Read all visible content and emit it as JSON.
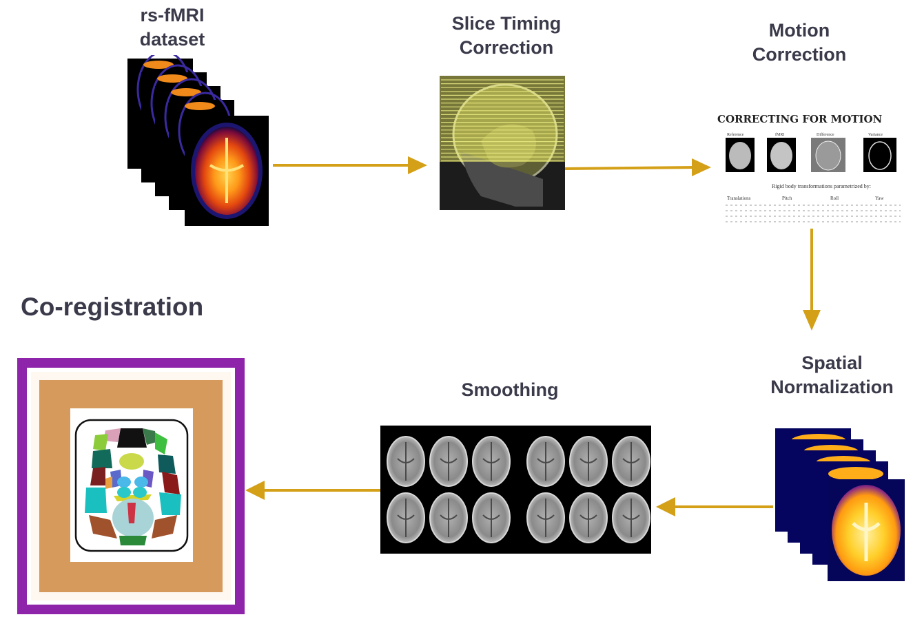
{
  "steps": {
    "dataset": {
      "line1": "rs-fMRI",
      "line2": "dataset"
    },
    "slice_timing": {
      "line1": "Slice Timing",
      "line2": "Correction"
    },
    "motion": {
      "line1": "Motion",
      "line2": "Correction",
      "panel_title": "CORRECTING FOR MOTION",
      "images": [
        "Reference",
        "fMRI",
        "Difference",
        "Variance"
      ],
      "caption": "Rigid body transformations parametrized by:",
      "columns": [
        "Translations",
        "Pitch",
        "Roll",
        "Yaw"
      ]
    },
    "normalization": {
      "line1": "Spatial",
      "line2": "Normalization"
    },
    "smoothing": {
      "line1": "Smoothing"
    },
    "coregistration": {
      "line1": "Co-registration"
    }
  },
  "colors": {
    "arrow": "#d4a017",
    "label_text": "#3a3a4a",
    "frame_outer": "#8e24aa",
    "frame_inner": "#d69a5c"
  },
  "icons": [
    "arrow-right",
    "arrow-down",
    "arrow-left"
  ]
}
